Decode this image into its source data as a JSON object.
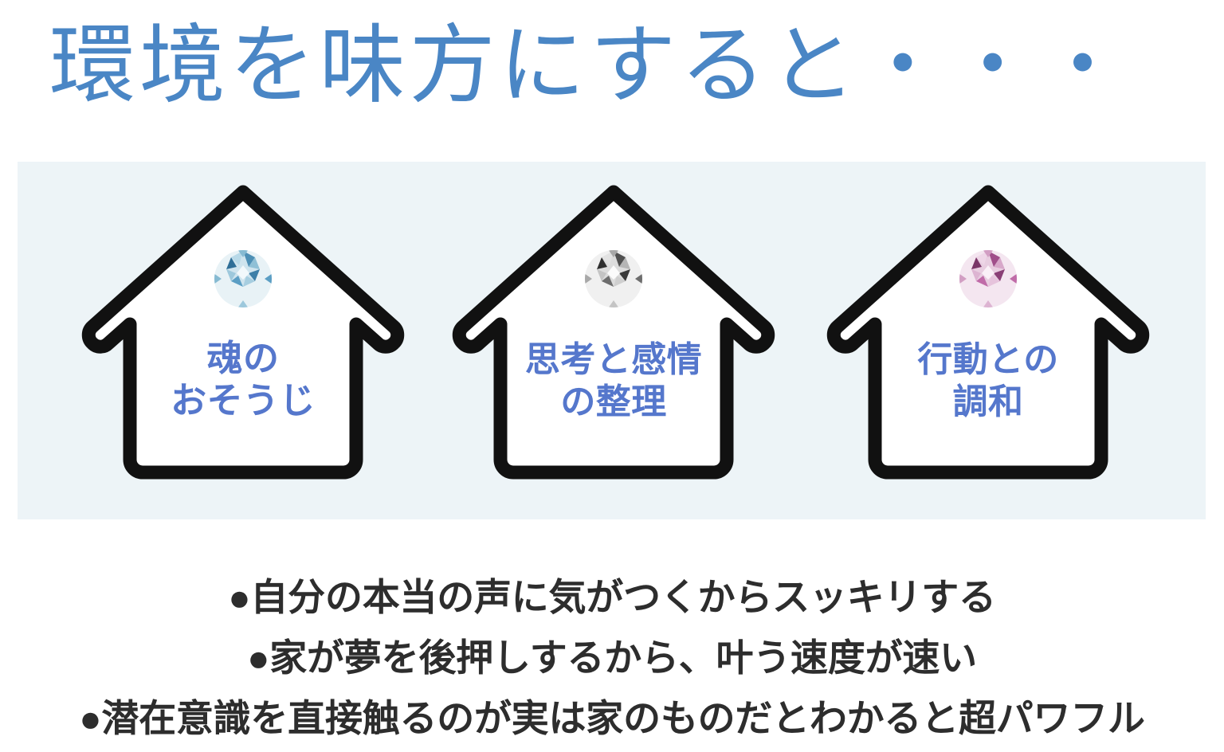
{
  "title": "環境を味方にすると・・・",
  "colors": {
    "title_blue": "#4a86c5",
    "panel_bg": "#edf4f7",
    "house_outline": "#111111",
    "house_fill": "#ffffff",
    "house_label_blue": "#5577cc",
    "bullet_text": "#2d2d2d",
    "gem_1": "#5b9ec4",
    "gem_2": "#b9b9b9",
    "gem_3": "#c06ba8"
  },
  "houses": [
    {
      "icon": "blue-gem-icon",
      "label": "魂の\nおそうじ",
      "label_line1": "魂の",
      "label_line2": "おそうじ"
    },
    {
      "icon": "white-gem-icon",
      "label": "思考と感情\nの整理",
      "label_line1": "思考と感情",
      "label_line2": "の整理"
    },
    {
      "icon": "pink-gem-icon",
      "label": "行動との\n調和",
      "label_line1": "行動との",
      "label_line2": "調和"
    }
  ],
  "bullets": [
    "●自分の本当の声に気がつくからスッキリする",
    "●家が夢を後押しするから、叶う速度が速い",
    "●潜在意識を直接触るのが実は家のものだとわかると超パワフル"
  ]
}
